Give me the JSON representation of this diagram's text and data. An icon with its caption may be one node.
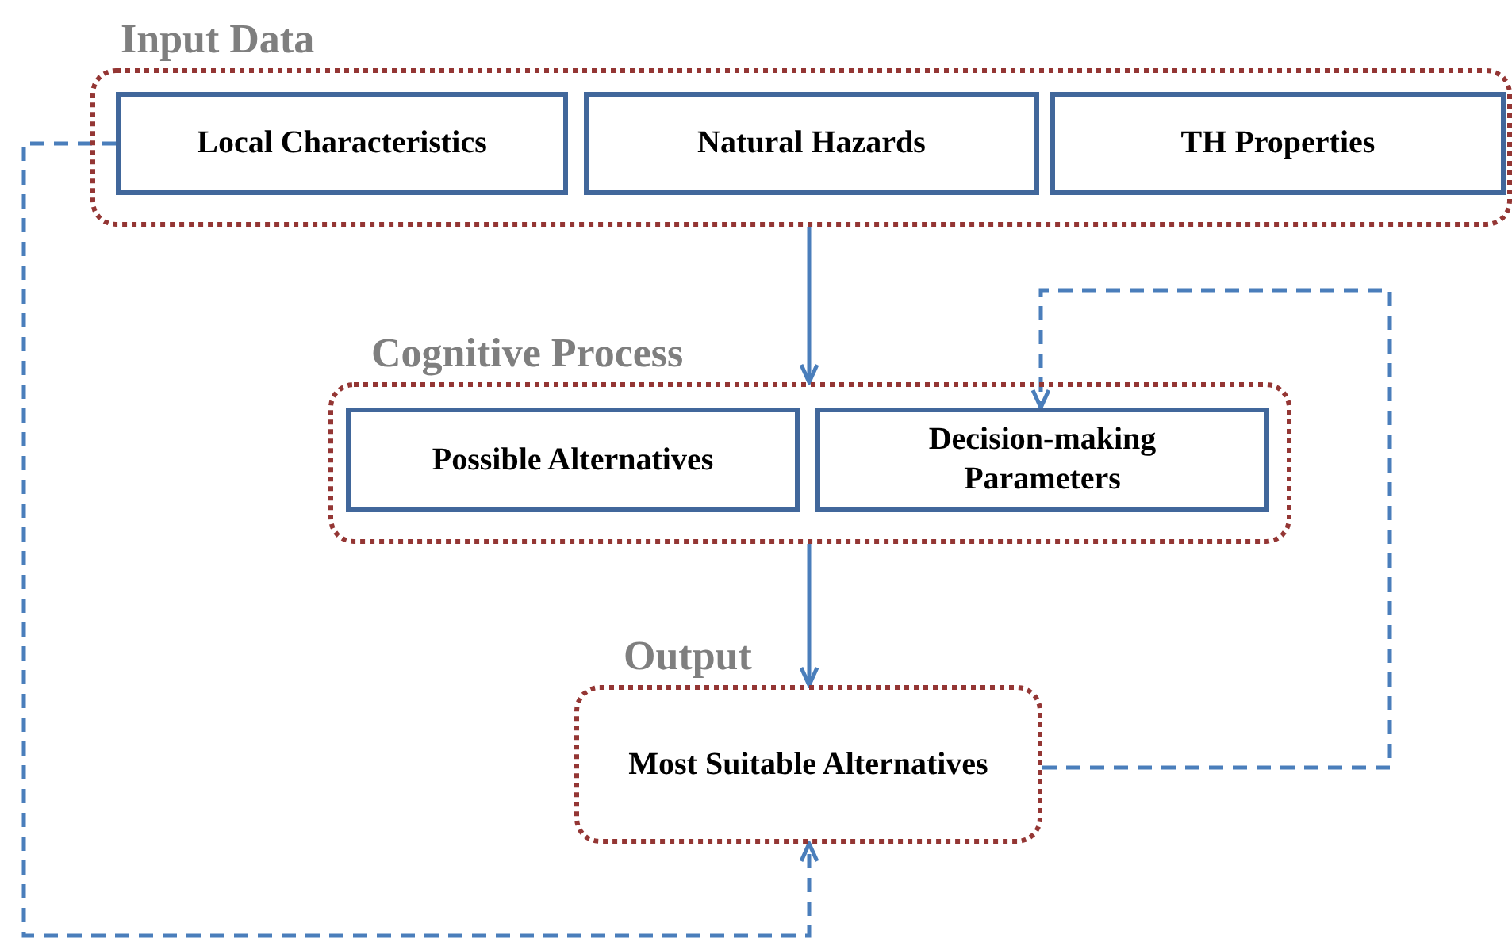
{
  "diagram": {
    "nodes": [
      {
        "text": [
          "Input Data"
        ]
      },
      {
        "text": [
          "Local Characteristics"
        ],
        "in": 0
      },
      {
        "text": [
          "Natural Hazards"
        ],
        "in": 0
      },
      {
        "text": [
          "TH Properties"
        ],
        "in": 0
      },
      {
        "text": [
          "Cognitive Process"
        ]
      },
      {
        "text": [
          "Possible Alternatives"
        ],
        "in": 4
      },
      {
        "text": [
          "Decision-making Parameters"
        ],
        "in": 4
      },
      {
        "text": [
          "Output",
          "Most Suitable Alternatives"
        ]
      }
    ],
    "edges": [
      {
        "from": 0,
        "to": 4,
        "arrow": "to"
      },
      {
        "from": 4,
        "to": 7,
        "arrow": "to"
      },
      {
        "from": 7,
        "to": 6,
        "arrow": "to",
        "style": "dashed"
      },
      {
        "from": 1,
        "to": 7,
        "arrow": "to",
        "style": "dashed"
      }
    ]
  }
}
